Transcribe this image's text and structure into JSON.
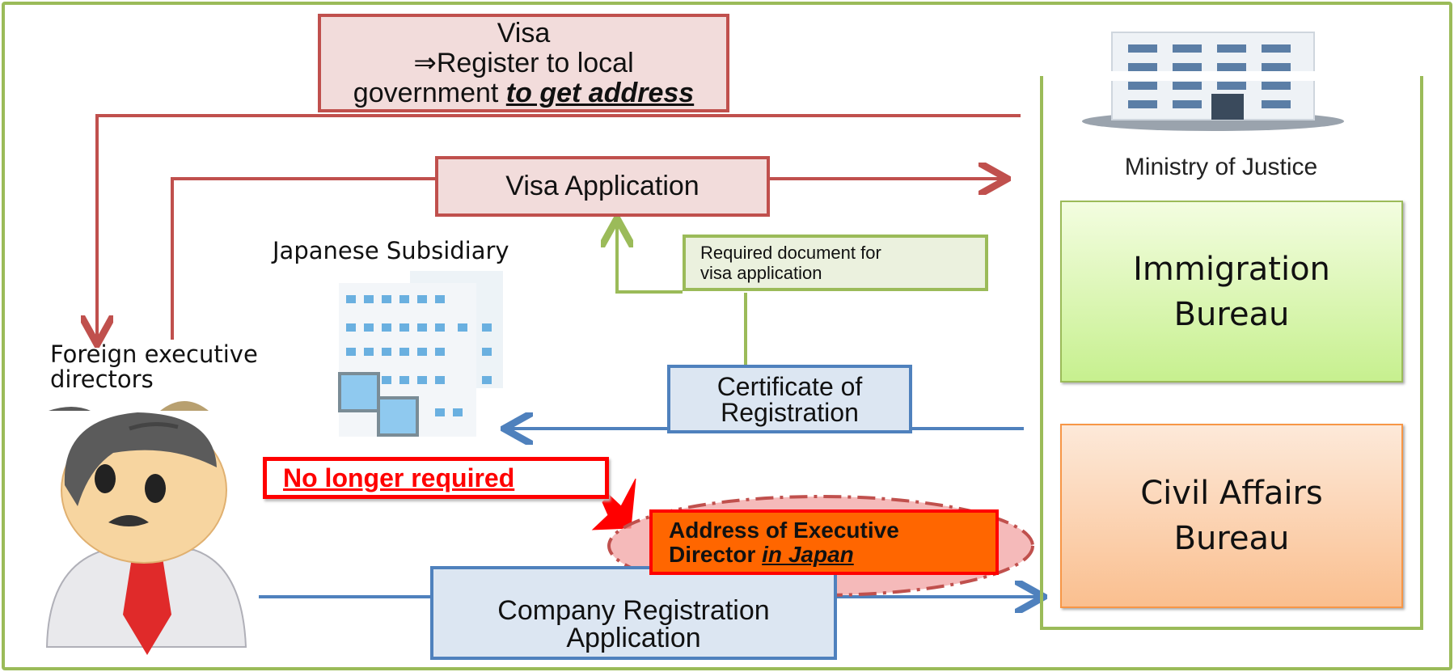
{
  "diagram": {
    "visa_box": {
      "line1": "Visa",
      "line2": "⇒Register to local",
      "line3_plain": "government ",
      "line3_emphasis": "to get address"
    },
    "visa_application": "Visa Application",
    "required_document": {
      "line1": "Required document  for",
      "line2": "visa application"
    },
    "japanese_subsidiary": "Japanese Subsidiary",
    "foreign_directors": {
      "line1": "Foreign executive",
      "line2": "directors"
    },
    "certificate": {
      "line1": "Certificate of",
      "line2": "Registration"
    },
    "no_longer_required": "No longer required",
    "address_box": {
      "line1": "Address of Executive",
      "line2_plain": "Director ",
      "line2_emphasis": "in Japan"
    },
    "company_registration": {
      "line1": "Company Registration",
      "line2": "Application"
    },
    "ministry_of_justice": "Ministry of Justice",
    "immigration_bureau": {
      "line1": "Immigration",
      "line2": "Bureau"
    },
    "civil_affairs_bureau": {
      "line1": "Civil Affairs",
      "line2": "Bureau"
    },
    "icons": [
      "ministry-building-icon",
      "subsidiary-building-icon",
      "executive-person-icon",
      "partial-person-icon"
    ],
    "colors": {
      "frame_green": "#9bbb59",
      "flow_red": "#c0504d",
      "flow_blue": "#4f81bd",
      "alert_red": "#ff0000",
      "address_orange": "#ff6600",
      "immigration_green": "#c7f08f",
      "civil_orange": "#fabf8f"
    }
  }
}
